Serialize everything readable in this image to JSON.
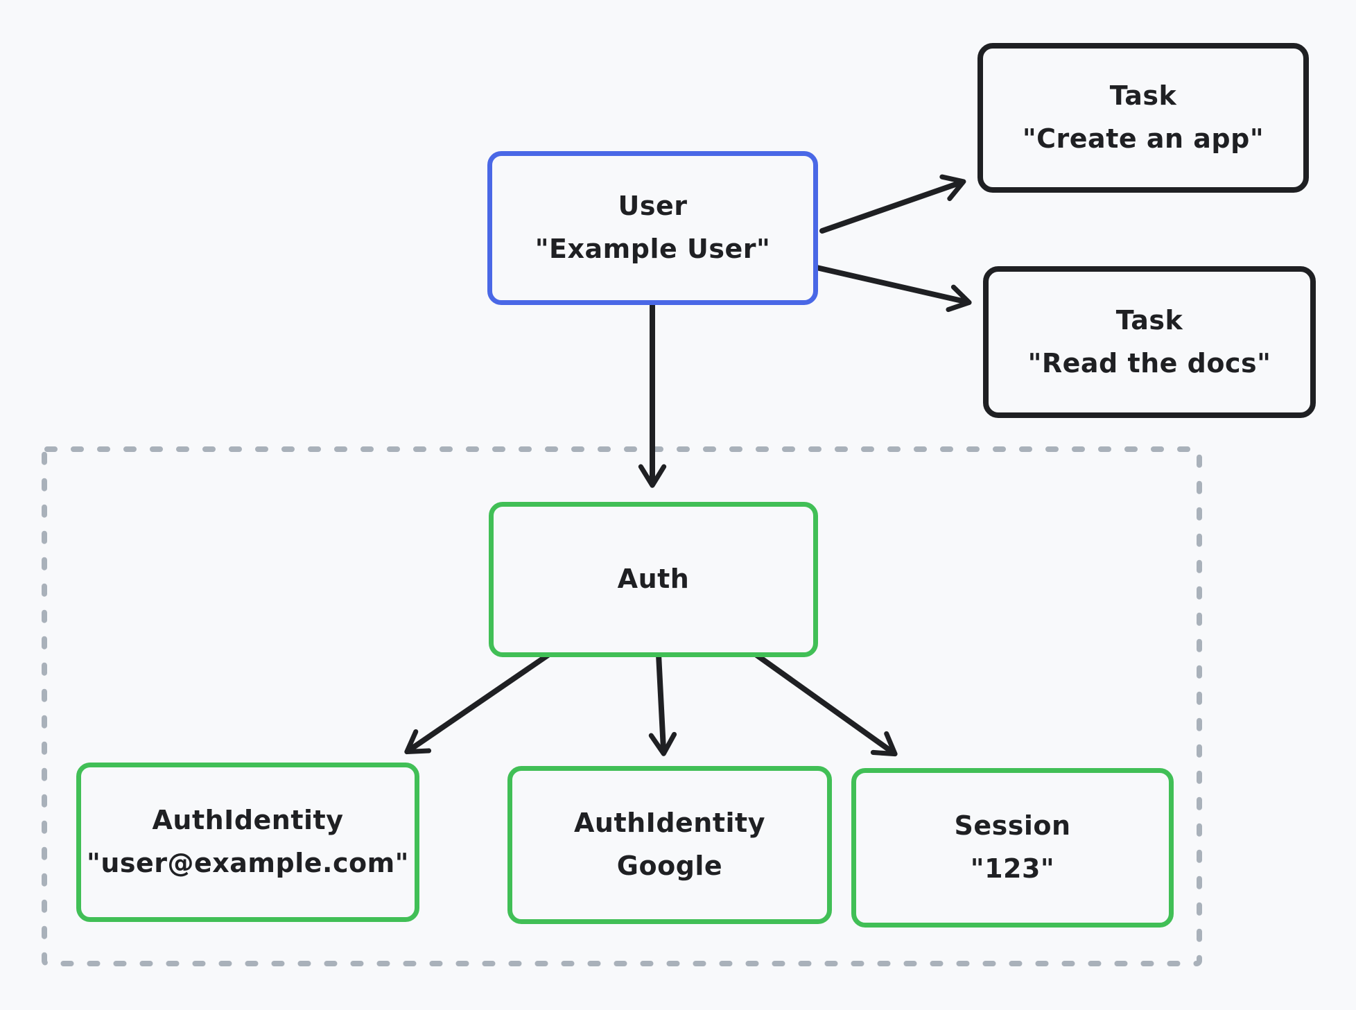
{
  "diagram": {
    "nodes": {
      "user": {
        "title": "User",
        "subtitle": "\"Example User\""
      },
      "task_create": {
        "title": "Task",
        "subtitle": "\"Create an app\""
      },
      "task_read": {
        "title": "Task",
        "subtitle": "\"Read the docs\""
      },
      "auth": {
        "title": "Auth",
        "subtitle": ""
      },
      "auth_identity_email": {
        "title": "AuthIdentity",
        "subtitle": "\"user@example.com\""
      },
      "auth_identity_google": {
        "title": "AuthIdentity",
        "subtitle": "Google"
      },
      "session": {
        "title": "Session",
        "subtitle": "\"123\""
      }
    },
    "edges": [
      {
        "from": "user",
        "to": "task_create"
      },
      {
        "from": "user",
        "to": "task_read"
      },
      {
        "from": "user",
        "to": "auth"
      },
      {
        "from": "auth",
        "to": "auth_identity_email"
      },
      {
        "from": "auth",
        "to": "auth_identity_google"
      },
      {
        "from": "auth",
        "to": "session"
      }
    ]
  },
  "colors": {
    "background": "#f8f9fb",
    "ink": "#1f2023",
    "text": "#1f2023",
    "accent_blue": "#4a68e6",
    "accent_green": "#41bf56",
    "dashed_gray": "#a9b1ba"
  }
}
